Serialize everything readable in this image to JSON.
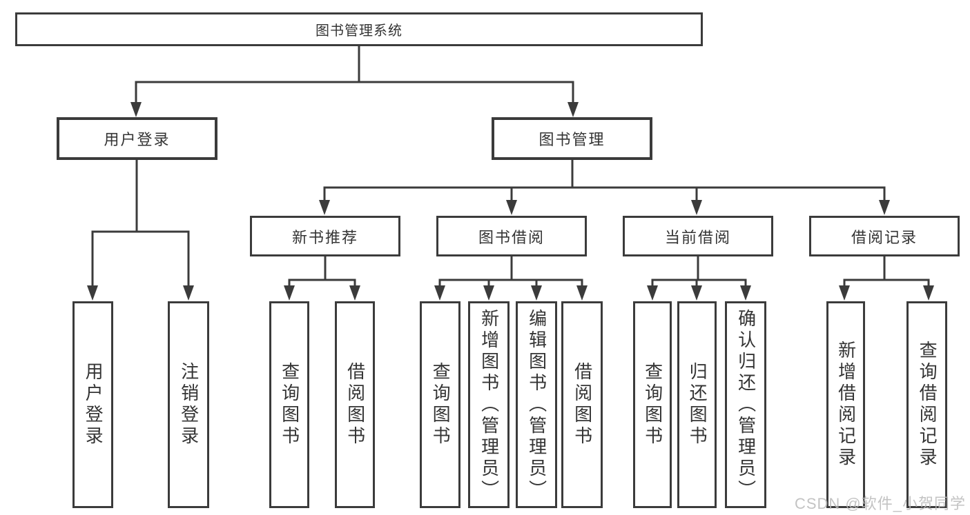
{
  "tree": {
    "root": {
      "label": "图书管理系统"
    },
    "branches": [
      {
        "label": "用户登录",
        "leaves": [
          {
            "label": "用户登录"
          },
          {
            "label": "注销登录"
          }
        ]
      },
      {
        "label": "图书管理",
        "sections": [
          {
            "label": "新书推荐",
            "leaves": [
              {
                "label": "查询图书"
              },
              {
                "label": "借阅图书"
              }
            ]
          },
          {
            "label": "图书借阅",
            "leaves": [
              {
                "label": "查询图书"
              },
              {
                "label": "新增图书（管理员）"
              },
              {
                "label": "编辑图书（管理员）"
              },
              {
                "label": "借阅图书"
              }
            ]
          },
          {
            "label": "当前借阅",
            "leaves": [
              {
                "label": "查询图书"
              },
              {
                "label": "归还图书"
              },
              {
                "label": "确认归还（管理员）"
              }
            ]
          },
          {
            "label": "借阅记录",
            "leaves": [
              {
                "label": "新增借阅记录"
              },
              {
                "label": "查询借阅记录"
              }
            ]
          }
        ]
      }
    ]
  },
  "watermark": {
    "text": "CSDN @软件_小贺同学"
  },
  "colors": {
    "line": "#3b3b3b",
    "text": "#343434",
    "watermark": "#b9b9b9",
    "background": "#ffffff"
  }
}
